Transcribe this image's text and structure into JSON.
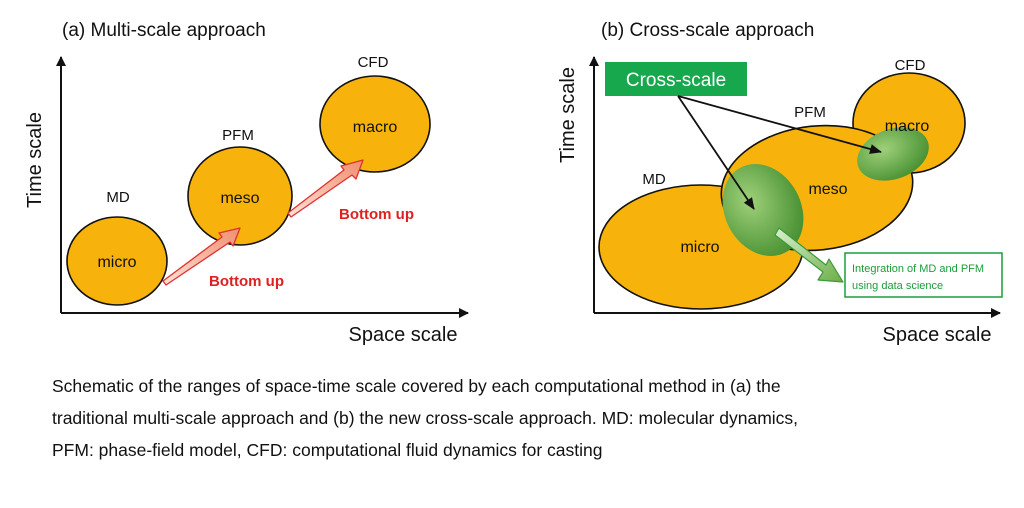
{
  "panel_a": {
    "title": "(a) Multi-scale approach",
    "y_axis": "Time scale",
    "x_axis": "Space scale",
    "bubbles": [
      {
        "label": "micro",
        "method": "MD"
      },
      {
        "label": "meso",
        "method": "PFM"
      },
      {
        "label": "macro",
        "method": "CFD"
      }
    ],
    "arrow_label": "Bottom up"
  },
  "panel_b": {
    "title": "(b) Cross-scale approach",
    "y_axis": "Time scale",
    "x_axis": "Space scale",
    "bubbles": [
      {
        "label": "micro",
        "method": "MD"
      },
      {
        "label": "meso",
        "method": "PFM"
      },
      {
        "label": "macro",
        "method": "CFD"
      }
    ],
    "cross_scale_label": "Cross-scale",
    "integration_label": [
      "Integration of MD and PFM",
      "using data science"
    ]
  },
  "caption_lines": [
    "Schematic of the ranges of space-time scale covered by each computational method in (a) the",
    "traditional multi-scale approach and (b) the new cross-scale approach. MD: molecular dynamics,",
    "PFM: phase-field model, CFD: computational fluid dynamics for casting"
  ],
  "colors": {
    "bubble_fill": "#f7b30b",
    "bubble_stroke": "#111111",
    "bottom_up_text": "#e02020",
    "arrow_fill": "#f4a48a",
    "arrow_stroke": "#e03030",
    "cross_scale_box": "#17a84e",
    "overlap_green": "#6cae46",
    "integration_text": "#1a9e3a"
  }
}
